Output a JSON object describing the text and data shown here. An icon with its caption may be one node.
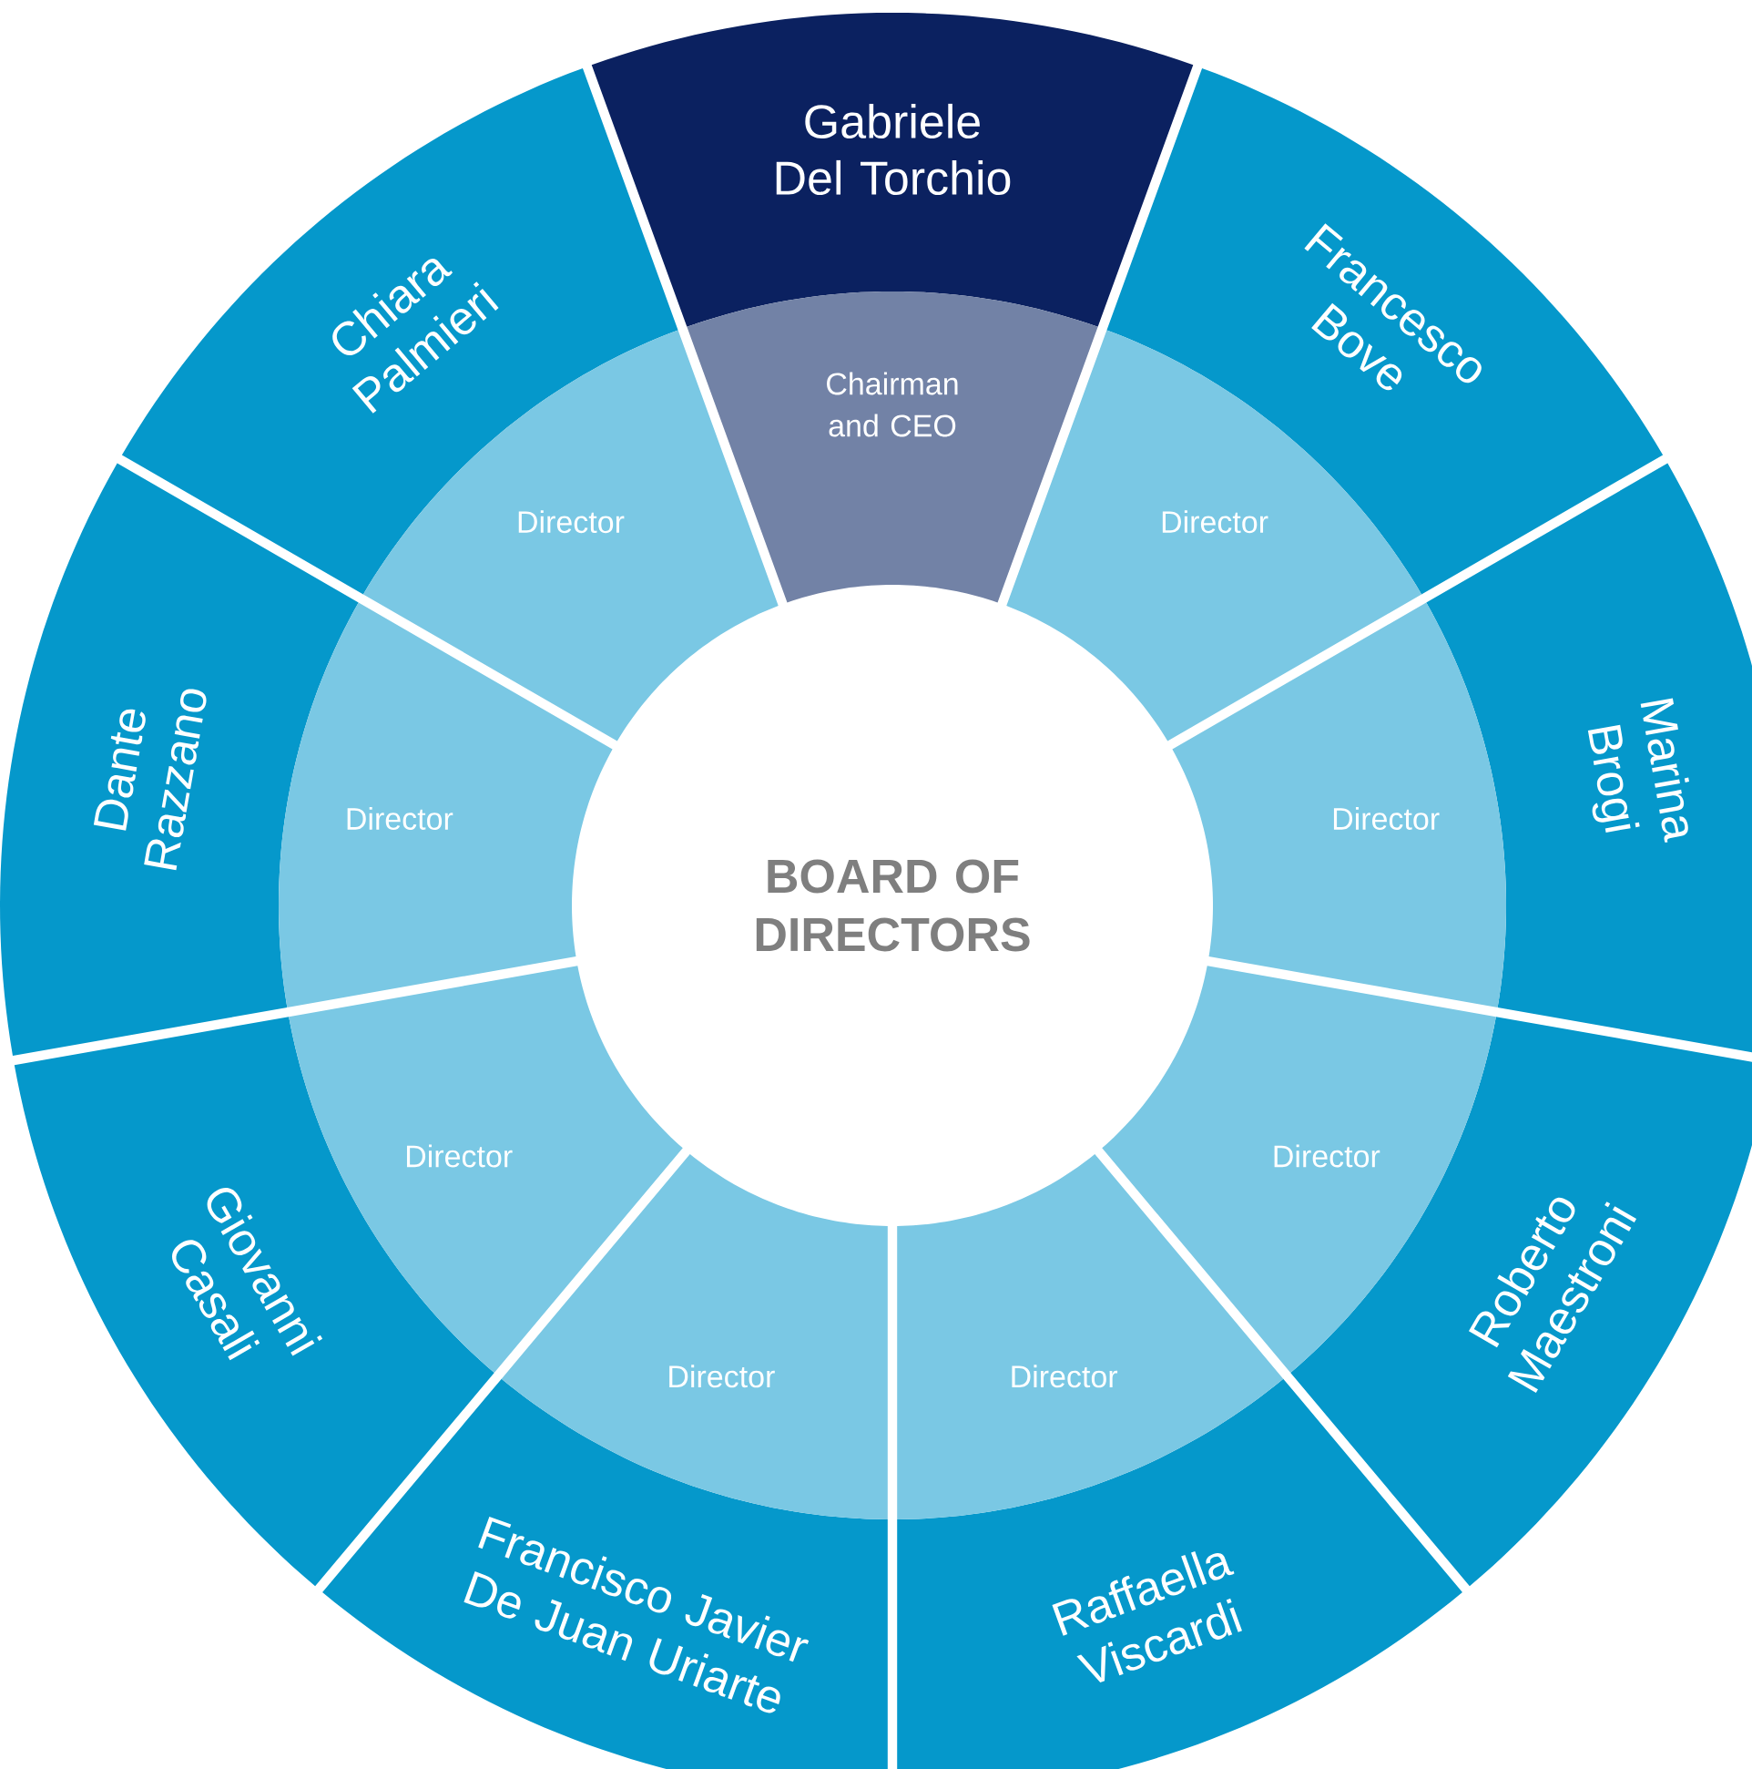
{
  "diagram": {
    "nodes": [
      {
        "text": [
          "BOARD OF DIRECTORS"
        ]
      },
      {
        "text": [
          "Gabriele Del Torchio"
        ]
      },
      {
        "text": [
          "Chairman and CEO"
        ]
      },
      {
        "text": [
          "Francesco Bove"
        ]
      },
      {
        "text": [
          "Director"
        ]
      },
      {
        "text": [
          "Marina Brogi"
        ]
      },
      {
        "text": [
          "Director"
        ]
      },
      {
        "text": [
          "Roberto Maestroni"
        ]
      },
      {
        "text": [
          "Director"
        ]
      },
      {
        "text": [
          "Raffaella Viscardi"
        ]
      },
      {
        "text": [
          "Director"
        ]
      },
      {
        "text": [
          "Francisco Javier De Juan Uriarte"
        ]
      },
      {
        "text": [
          "Director"
        ]
      },
      {
        "text": [
          "Giovanni Casali"
        ]
      },
      {
        "text": [
          "Director"
        ]
      },
      {
        "text": [
          "Dante Razzano"
        ]
      },
      {
        "text": [
          "Director"
        ]
      },
      {
        "text": [
          "Chiara Palmieri"
        ]
      },
      {
        "text": [
          "Director"
        ]
      }
    ]
  }
}
